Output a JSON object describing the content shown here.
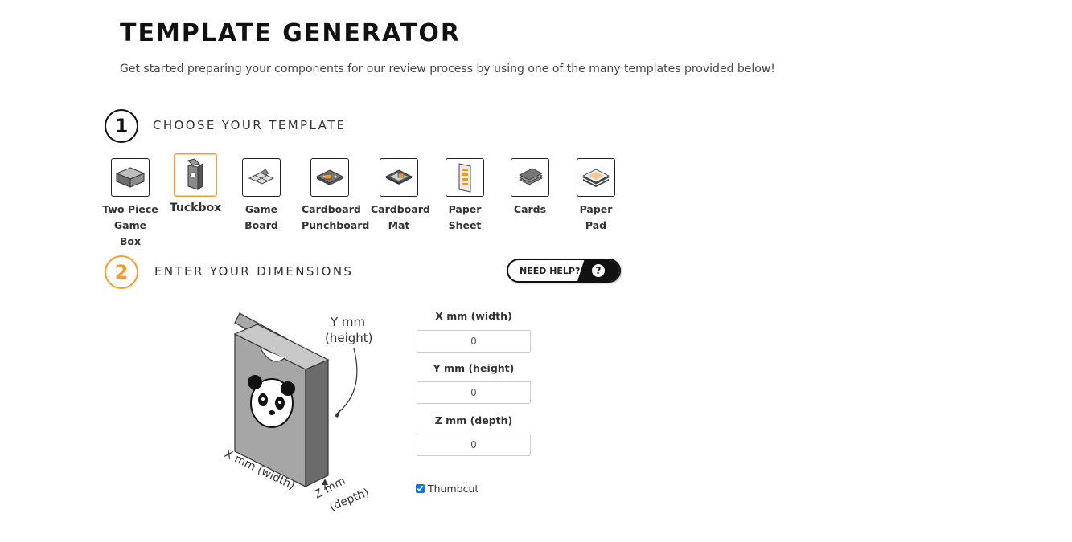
{
  "header": {
    "title": "TEMPLATE GENERATOR",
    "subtitle": "Get started preparing your components for our review process by using one of the many templates provided below!"
  },
  "step1": {
    "number": "1",
    "label": "CHOOSE YOUR TEMPLATE"
  },
  "templates": [
    {
      "label_line1": "Two Piece",
      "label_line2": "Game Box",
      "icon": "two-piece-box-icon",
      "selected": false
    },
    {
      "label_line1": "Tuckbox",
      "label_line2": "",
      "icon": "tuckbox-icon",
      "selected": true
    },
    {
      "label_line1": "Game",
      "label_line2": "Board",
      "icon": "game-board-icon",
      "selected": false
    },
    {
      "label_line1": "Cardboard",
      "label_line2": "Punchboard",
      "icon": "cardboard-punchboard-icon",
      "selected": false
    },
    {
      "label_line1": "Cardboard",
      "label_line2": "Mat",
      "icon": "cardboard-mat-icon",
      "selected": false
    },
    {
      "label_line1": "Paper",
      "label_line2": "Sheet",
      "icon": "paper-sheet-icon",
      "selected": false
    },
    {
      "label_line1": "Cards",
      "label_line2": "",
      "icon": "cards-icon",
      "selected": false
    },
    {
      "label_line1": "Paper",
      "label_line2": "Pad",
      "icon": "paper-pad-icon",
      "selected": false
    }
  ],
  "step2": {
    "number": "2",
    "label": "ENTER YOUR DIMENSIONS"
  },
  "help_button": {
    "label": "NEED HELP?",
    "icon_text": "?"
  },
  "illustration": {
    "y_label_1": "Y mm",
    "y_label_2": "(height)",
    "x_label": "X mm (width)",
    "z_label_1": "Z mm",
    "z_label_2": "(depth)"
  },
  "dimensions": {
    "x": {
      "label": "X mm (width)",
      "value": "0"
    },
    "y": {
      "label": "Y mm (height)",
      "value": "0"
    },
    "z": {
      "label": "Z mm (depth)",
      "value": "0"
    }
  },
  "thumbcut": {
    "label": "Thumbcut",
    "checked": true
  },
  "colors": {
    "accent": "#f0a030",
    "dark": "#111111"
  }
}
